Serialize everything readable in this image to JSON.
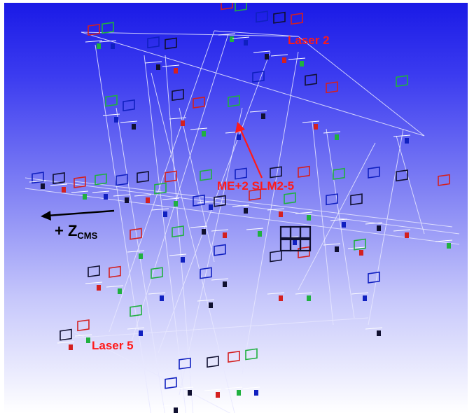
{
  "labels": {
    "laser_top": "Laser 2",
    "laser_bottom": "Laser 5",
    "sensor": "ME+2 SLM2-5",
    "axis_prefix": "+ Z",
    "axis_sub": "CMS"
  },
  "colors": {
    "background_top": "#1a1ae6",
    "background_bottom": "#ffffff",
    "label_red": "#ff1a1a",
    "axis_arrow": "#000000",
    "sensor_arrow": "#ff1a1a",
    "line_light": "#e8e8ff",
    "component_red": "#d42020",
    "component_green": "#20b040",
    "component_blue": "#1020c0",
    "component_dark": "#101030"
  },
  "icons": [
    "axis-arrow-icon",
    "pointer-arrow-icon"
  ]
}
